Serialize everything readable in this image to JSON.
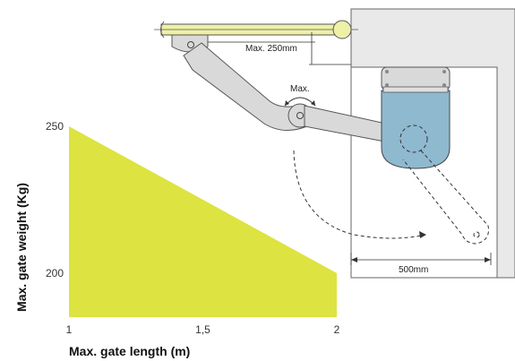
{
  "diagram": {
    "annotations": {
      "max_arm_offset": "Max. 250mm",
      "rotation": "Max.",
      "depth": "500mm"
    }
  },
  "chart_data": {
    "type": "area",
    "x": [
      1,
      2
    ],
    "y": [
      250,
      200
    ],
    "x_ticks": [
      "1",
      "1,5",
      "2"
    ],
    "y_ticks": [
      "250",
      "200"
    ],
    "xlabel": "Max. gate length (m)",
    "ylabel": "Max. gate weight (Kg)",
    "xlim": [
      1,
      2
    ],
    "ylim": [
      185,
      250
    ],
    "grid": false,
    "colors": {
      "fill": "#dde340",
      "actuator": "#8fb9cf",
      "wall": "#e9e9e9",
      "arm": "#d9d9d9",
      "gate_bar": "#eef0a8"
    }
  }
}
